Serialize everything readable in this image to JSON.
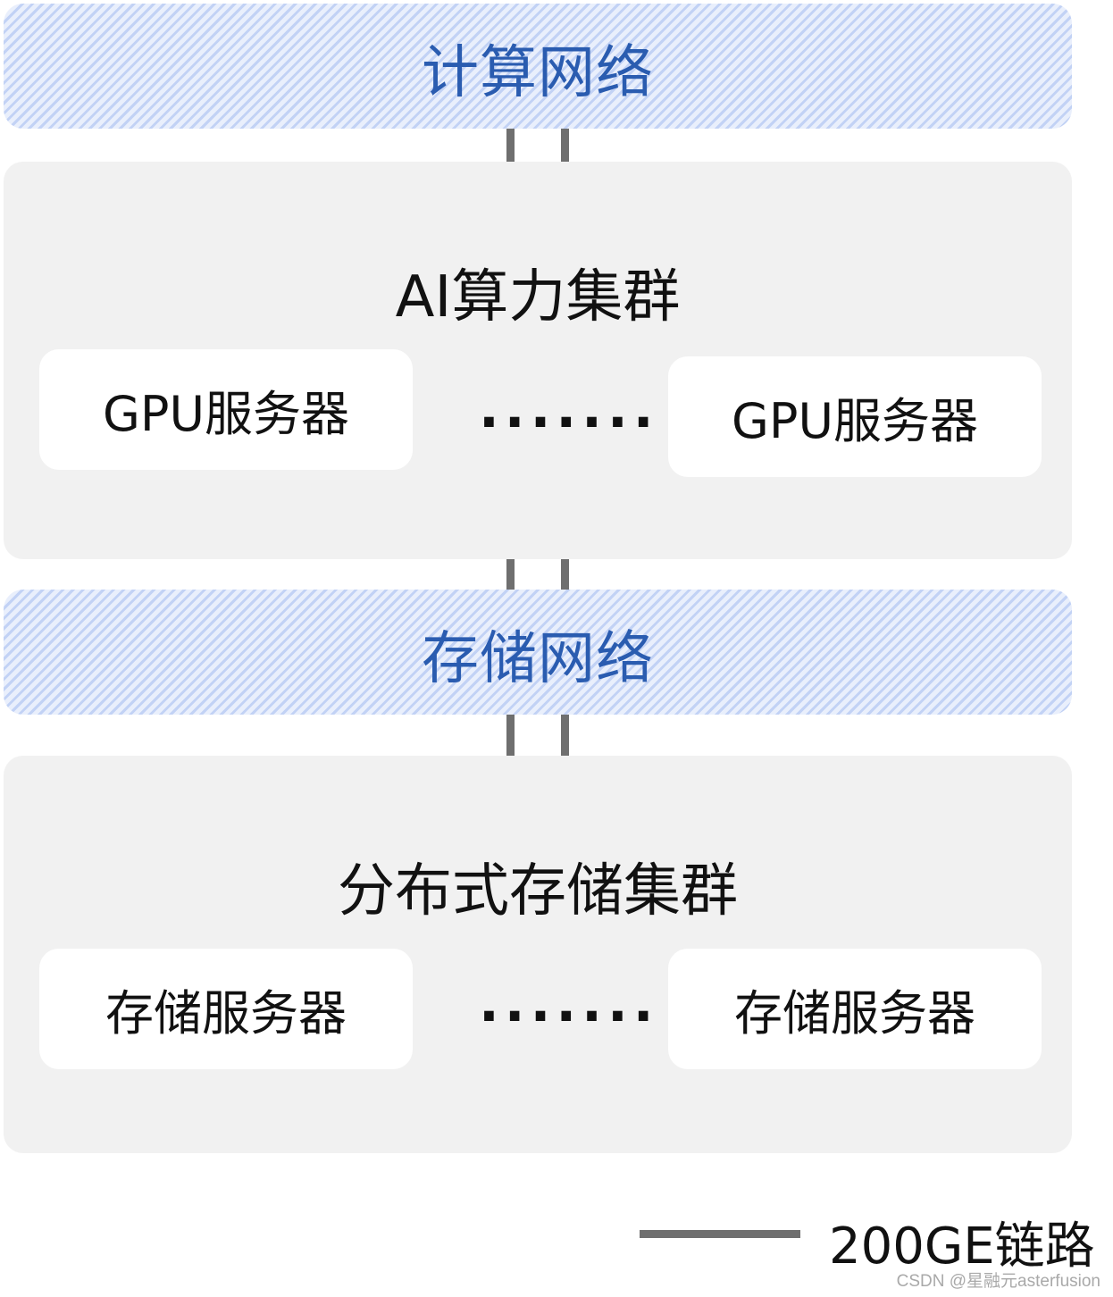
{
  "compute_network": {
    "label": "计算网络"
  },
  "ai_cluster": {
    "title": "AI算力集群",
    "server_left": "GPU服务器",
    "ellipsis": "·······",
    "server_right": "GPU服务器"
  },
  "storage_network": {
    "label": "存储网络"
  },
  "storage_cluster": {
    "title": "分布式存储集群",
    "server_left": "存储服务器",
    "ellipsis": "·······",
    "server_right": "存储服务器"
  },
  "legend": {
    "label": "200GE链路"
  },
  "watermark": "CSDN @星融元asterfusion",
  "colors": {
    "network_label": "#2a5cb0",
    "network_stripe": "#c2d2f5",
    "cluster_bg": "#f1f1f1",
    "link": "#6f6f6f"
  }
}
